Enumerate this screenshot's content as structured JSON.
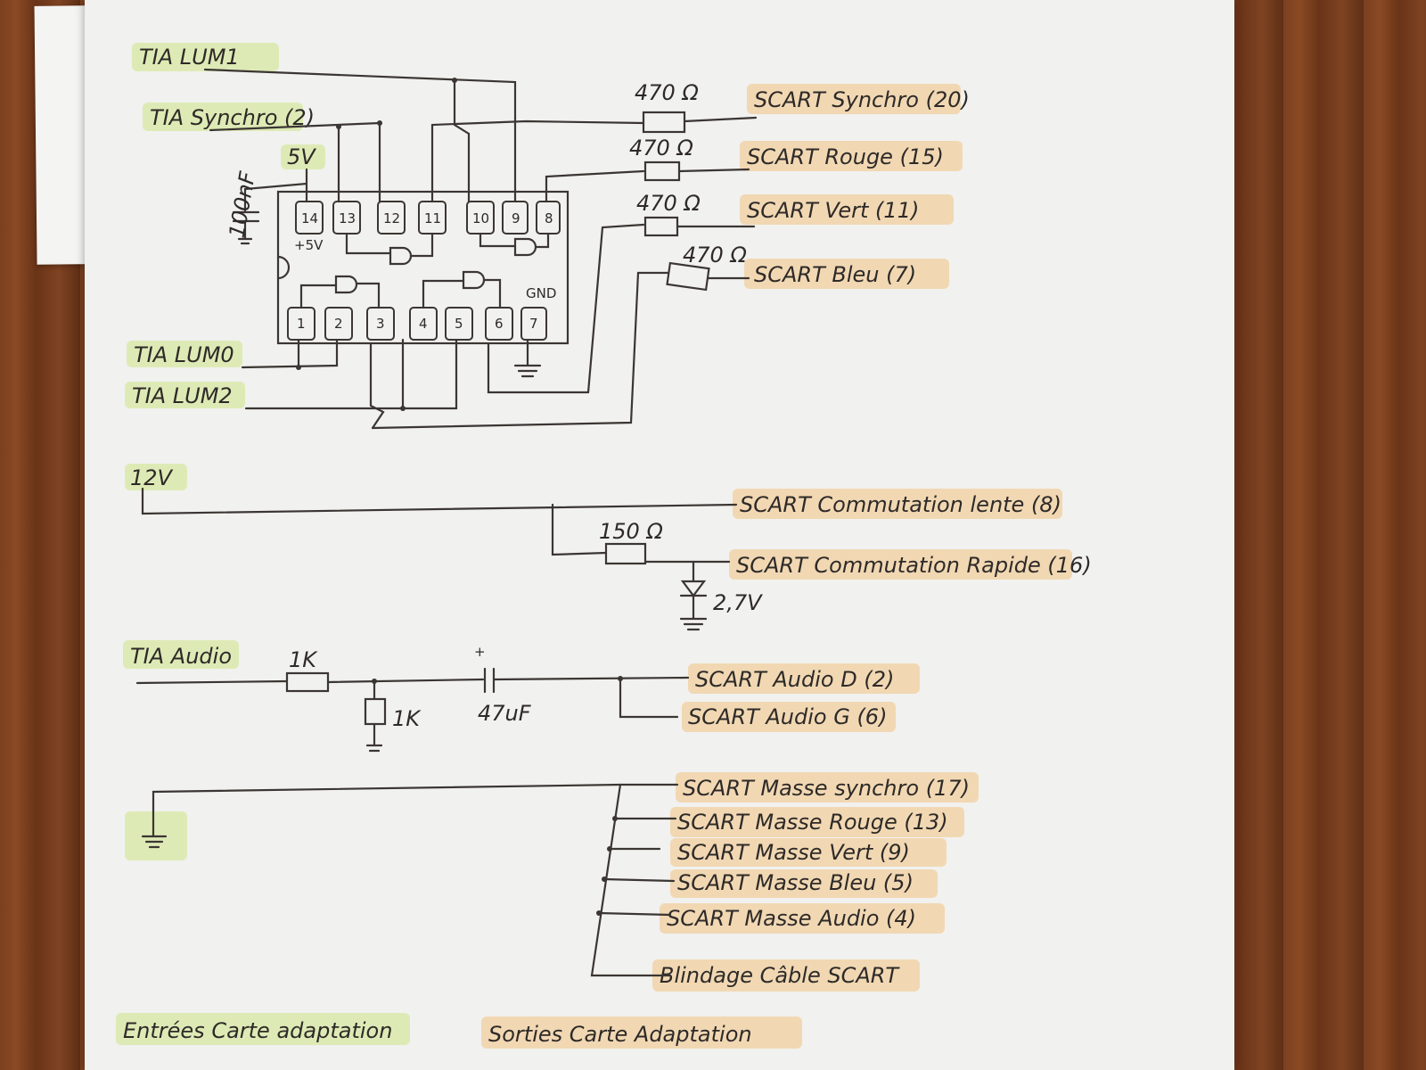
{
  "inputs": {
    "lum1": "TIA LUM1",
    "sync": "TIA Synchro (2)",
    "lum0": "TIA LUM0",
    "lum2": "TIA LUM2",
    "v12": "12V",
    "audio": "TIA Audio",
    "v5": "5V"
  },
  "chip": {
    "pins_top": [
      "14",
      "13",
      "12",
      "11",
      "10",
      "9",
      "8"
    ],
    "pins_bottom": [
      "1",
      "2",
      "3",
      "4",
      "5",
      "6",
      "7"
    ],
    "vcc_label": "+5V",
    "gnd_label": "GND"
  },
  "components": {
    "cap_decouple": "100nF",
    "r_sync": "470 Ω",
    "r_red": "470 Ω",
    "r_green": "470 Ω",
    "r_blue": "470 Ω",
    "r_fast": "150 Ω",
    "zener": "2,7V",
    "r_audio_series": "1K",
    "r_audio_shunt": "1K",
    "cap_audio": "47uF",
    "cap_plus": "+"
  },
  "outputs": {
    "sync": "SCART Synchro (20)",
    "red": "SCART Rouge (15)",
    "green": "SCART Vert (11)",
    "blue": "SCART Bleu (7)",
    "slow": "SCART Commutation lente (8)",
    "fast": "SCART Commutation Rapide (16)",
    "audio_r": "SCART Audio D (2)",
    "audio_l": "SCART Audio G (6)",
    "gnd_sync": "SCART Masse synchro (17)",
    "gnd_red": "SCART Masse Rouge (13)",
    "gnd_green": "SCART Masse Vert (9)",
    "gnd_blue": "SCART Masse Bleu (5)",
    "gnd_audio": "SCART Masse Audio (4)",
    "shield": "Blindage Câble SCART"
  },
  "footer": {
    "left": "Entrées Carte adaptation",
    "right": "Sorties Carte Adaptation"
  },
  "colors": {
    "input_highlight": "#d7e7a2",
    "output_highlight": "#f1d2a4",
    "ink": "#3b3633",
    "paper": "#f1f1ef"
  }
}
